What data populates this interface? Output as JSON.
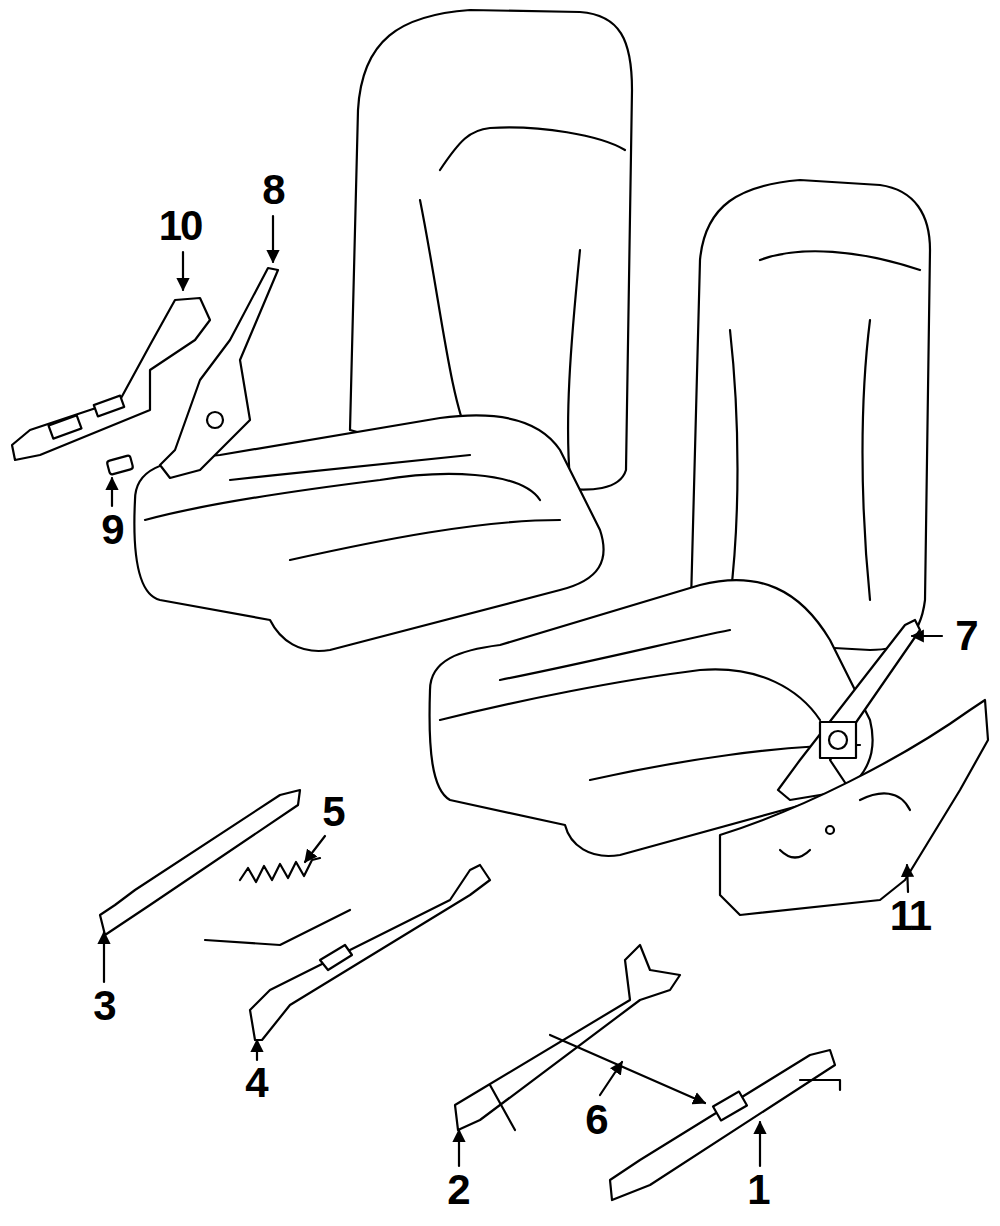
{
  "diagram": {
    "labels": [
      "8",
      "10",
      "9",
      "7",
      "5",
      "11",
      "3",
      "4",
      "6",
      "2",
      "1"
    ]
  }
}
